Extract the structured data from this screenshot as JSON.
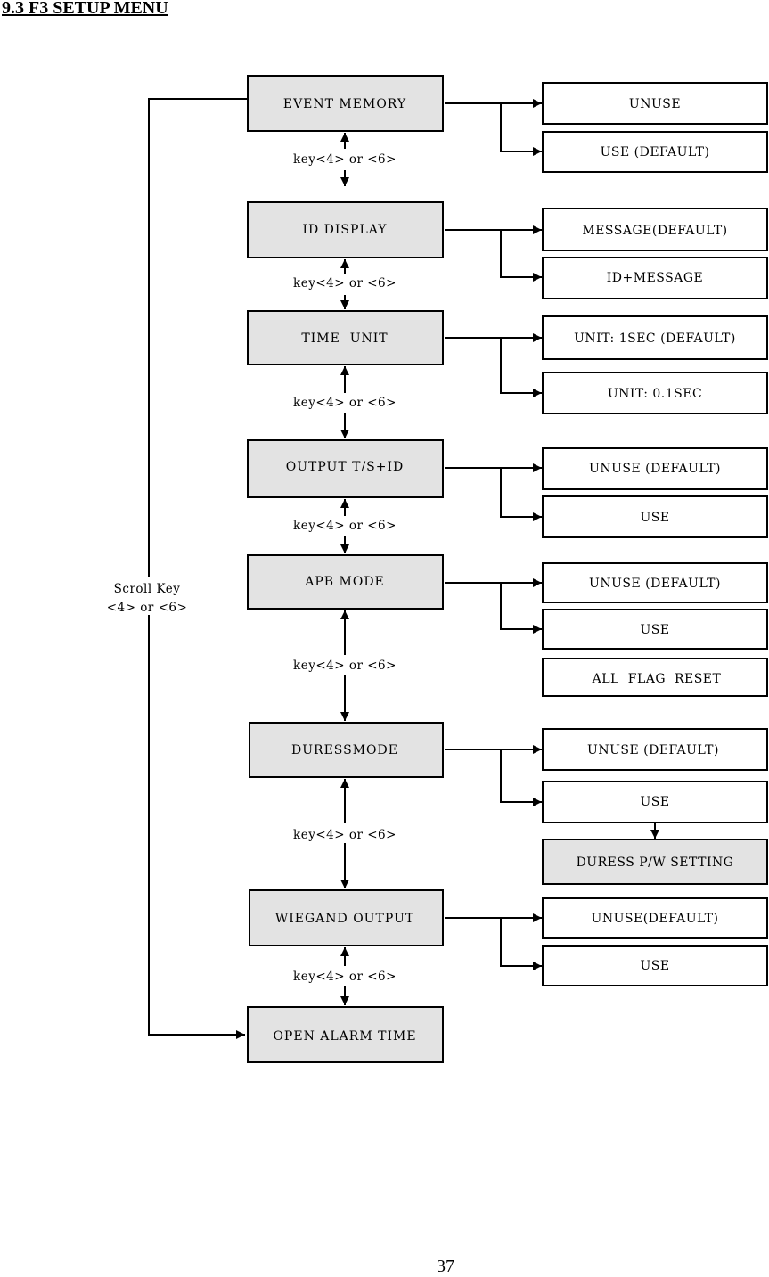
{
  "page": {
    "heading": "9.3 F3 SETUP MENU",
    "page_number": "37"
  },
  "scroll_key": {
    "line1": "Scroll Key",
    "line2": "<4> or <6>"
  },
  "key_label": "key<4> or <6>",
  "menus": [
    {
      "label": "EVENT MEMORY",
      "options": [
        "UNUSE",
        "USE (DEFAULT)"
      ]
    },
    {
      "label": "ID DISPLAY",
      "options": [
        "MESSAGE(DEFAULT)",
        "ID+MESSAGE"
      ]
    },
    {
      "label": "TIME  UNIT",
      "options": [
        "UNIT: 1SEC (DEFAULT)",
        "UNIT: 0.1SEC"
      ]
    },
    {
      "label": "OUTPUT T/S+ID",
      "options": [
        "UNUSE (DEFAULT)",
        "USE"
      ]
    },
    {
      "label": "APB MODE",
      "options": [
        "UNUSE (DEFAULT)",
        "USE"
      ],
      "extra": "ALL  FLAG  RESET"
    },
    {
      "label": "DURESSMODE",
      "options": [
        "UNUSE (DEFAULT)",
        "USE"
      ],
      "sub": "DURESS P/W SETTING"
    },
    {
      "label": "WIEGAND OUTPUT",
      "options": [
        "UNUSE(DEFAULT)",
        "USE"
      ]
    },
    {
      "label": "OPEN ALARM TIME",
      "options": []
    }
  ]
}
